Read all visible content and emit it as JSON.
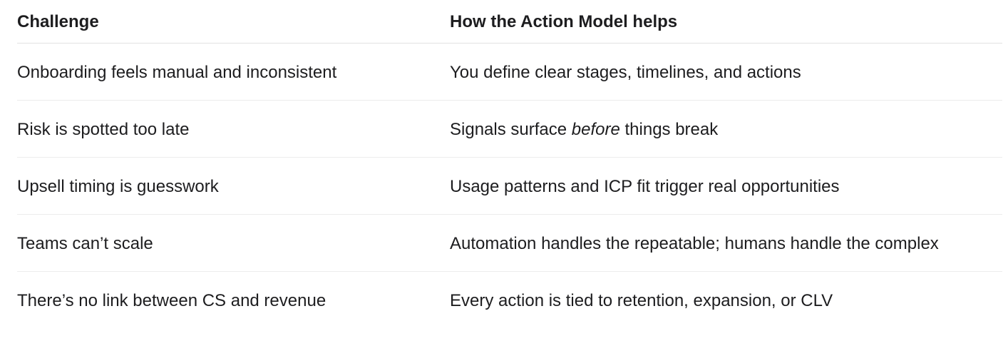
{
  "table": {
    "headers": {
      "challenge": "Challenge",
      "help": "How the Action Model helps"
    },
    "rows": [
      {
        "challenge": "Onboarding feels manual and inconsistent",
        "help_before": "You define clear stages, timelines, and actions",
        "help_em": "",
        "help_after": ""
      },
      {
        "challenge": "Risk is spotted too late",
        "help_before": "Signals surface ",
        "help_em": "before",
        "help_after": " things break"
      },
      {
        "challenge": "Upsell timing is guesswork",
        "help_before": "Usage patterns and ICP fit trigger real opportunities",
        "help_em": "",
        "help_after": ""
      },
      {
        "challenge": "Teams can’t scale",
        "help_before": "Automation handles the repeatable; humans handle the complex",
        "help_em": "",
        "help_after": ""
      },
      {
        "challenge": "There’s no link between CS and revenue",
        "help_before": "Every action is tied to retention, expansion, or CLV",
        "help_em": "",
        "help_after": ""
      }
    ]
  }
}
